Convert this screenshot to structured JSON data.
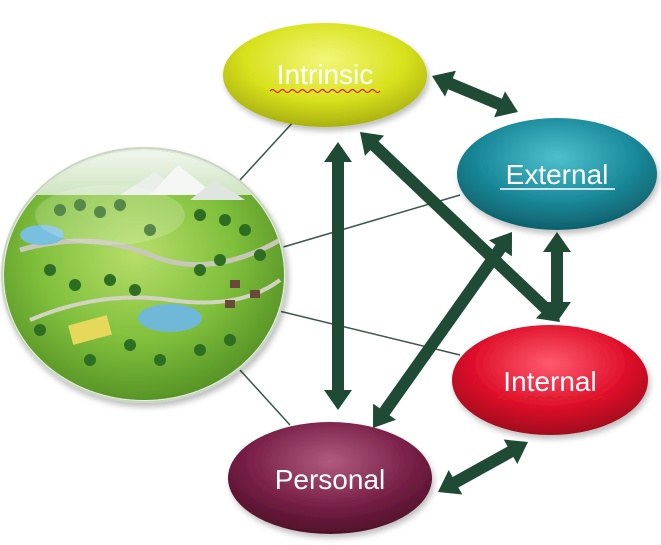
{
  "diagram": {
    "nodes": [
      {
        "id": "intrinsic",
        "label": "Intrinsic",
        "color": "#dce51a",
        "text_color": "#ffffff"
      },
      {
        "id": "external",
        "label": "External",
        "color": "#1b8a9a",
        "text_color": "#ffffff"
      },
      {
        "id": "internal",
        "label": "Internal",
        "color": "#e0102b",
        "text_color": "#ffffff"
      },
      {
        "id": "personal",
        "label": "Personal",
        "color": "#7a2148",
        "text_color": "#ffffff"
      }
    ],
    "landscape_image": {
      "icon": "landscape-globe-illustration"
    },
    "arrows": [
      {
        "from": "intrinsic",
        "to": "external",
        "style": "double"
      },
      {
        "from": "intrinsic",
        "to": "personal",
        "style": "double"
      },
      {
        "from": "intrinsic",
        "to": "internal",
        "style": "double"
      },
      {
        "from": "external",
        "to": "internal",
        "style": "double"
      },
      {
        "from": "external",
        "to": "personal",
        "style": "double"
      },
      {
        "from": "personal",
        "to": "internal",
        "style": "double"
      }
    ],
    "connectors": [
      {
        "from": "landscape",
        "to": "intrinsic"
      },
      {
        "from": "landscape",
        "to": "external"
      },
      {
        "from": "landscape",
        "to": "internal"
      },
      {
        "from": "landscape",
        "to": "personal"
      }
    ],
    "arrow_color": "#1f4a35",
    "connector_color": "#3b5747"
  }
}
